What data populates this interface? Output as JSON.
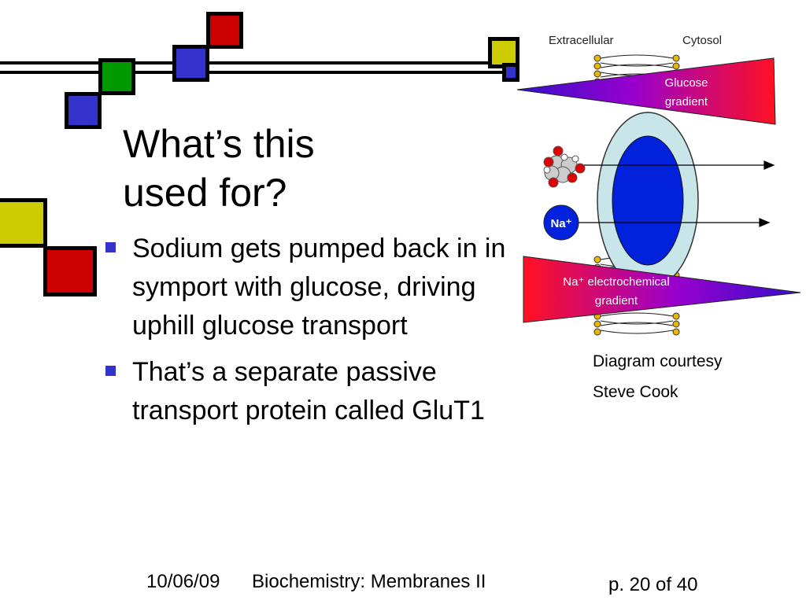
{
  "slide": {
    "title": "What’s this used for?",
    "bullets": [
      "Sodium gets pumped back in in symport with glucose, driving uphill glucose transport",
      "That’s a separate passive transport protein called GluT1"
    ],
    "credit_line1": "Diagram courtesy",
    "credit_line2": "Steve Cook"
  },
  "diagram": {
    "label_extracellular": "Extracellular",
    "label_cytosol": "Cytosol",
    "glucose_gradient_line1": "Glucose",
    "glucose_gradient_line2": "gradient",
    "na_label": "Na⁺",
    "na_gradient_line1": "Na⁺ electrochemical",
    "na_gradient_line2": "gradient"
  },
  "footer": {
    "date": "10/06/09",
    "course": "Biochemistry: Membranes II",
    "page": "p. 20 of 40"
  },
  "colors": {
    "square_red": "#cc0000",
    "square_blue": "#3333cc",
    "square_green": "#009900",
    "square_yellow": "#cccc00",
    "bullet": "#3333cc",
    "transporter_outer": "#c8e6ea",
    "transporter_inner": "#0022dd"
  }
}
